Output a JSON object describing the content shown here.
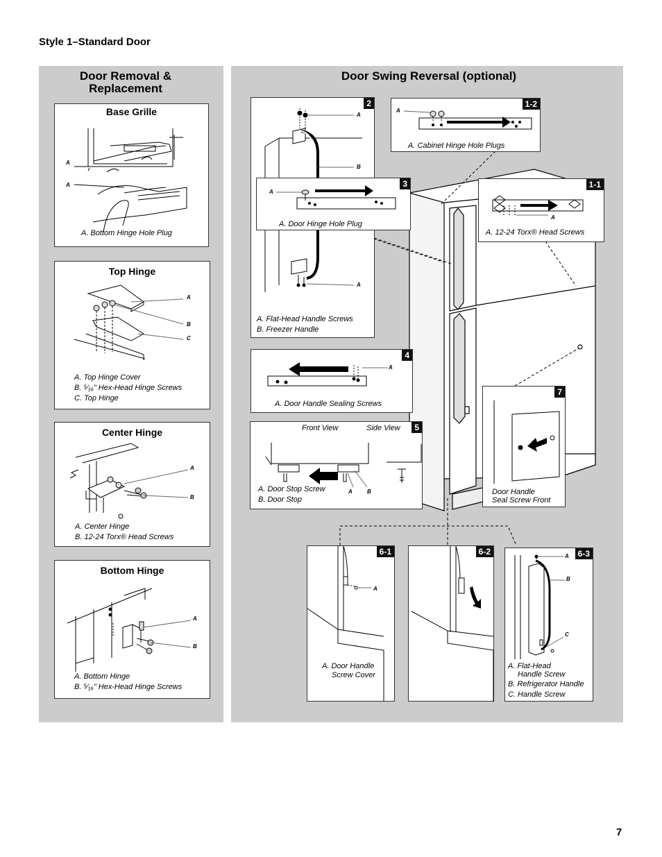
{
  "style_title": "Style 1–Standard Door",
  "left_panel": {
    "title": "Door Removal & Replacement",
    "base_grille": {
      "title": "Base Grille",
      "labels": [
        "A",
        "A"
      ],
      "caption": [
        "A. Bottom Hinge Hole Plug"
      ]
    },
    "top_hinge": {
      "title": "Top Hinge",
      "labels": [
        "A",
        "B",
        "C"
      ],
      "caption": [
        "A. Top Hinge Cover",
        "B. ⁵⁄₁₆\" Hex-Head Hinge Screws",
        "C. Top Hinge"
      ]
    },
    "center_hinge": {
      "title": "Center Hinge",
      "labels": [
        "A",
        "B"
      ],
      "caption": [
        "A. Center Hinge",
        "B. 12-24 Torx® Head Screws"
      ]
    },
    "bottom_hinge": {
      "title": "Bottom Hinge",
      "labels": [
        "A",
        "B"
      ],
      "caption": [
        "A. Bottom Hinge",
        "B. ⁵⁄₁₆\" Hex-Head Hinge Screws"
      ]
    }
  },
  "right_panel": {
    "title": "Door Swing Reversal (optional)",
    "step_2": {
      "num": "2",
      "labels": [
        "A",
        "B",
        "A"
      ],
      "caption": [
        "A. Flat-Head Handle Screws",
        "B. Freezer Handle"
      ]
    },
    "step_1_2": {
      "num": "1-2",
      "labels": [
        "A"
      ],
      "caption": [
        "A. Cabinet Hinge Hole Plugs"
      ]
    },
    "step_3": {
      "num": "3",
      "labels": [
        "A"
      ],
      "caption": [
        "A. Door Hinge Hole Plug"
      ]
    },
    "step_1_1": {
      "num": "1-1",
      "labels": [
        "A"
      ],
      "caption": [
        "A. 12-24 Torx® Head Screws"
      ]
    },
    "step_4": {
      "num": "4",
      "labels": [
        "A"
      ],
      "caption": [
        "A. Door Handle Sealing Screws"
      ]
    },
    "step_5": {
      "num": "5",
      "front_view": "Front View",
      "side_view": "Side View",
      "labels": [
        "A",
        "B"
      ],
      "caption": [
        "A. Door Stop Screw",
        "B. Door Stop"
      ]
    },
    "step_7": {
      "num": "7",
      "caption": [
        "Door Handle",
        "Seal Screw Front"
      ]
    },
    "step_6_1": {
      "num": "6-1",
      "labels": [
        "A"
      ],
      "caption": [
        "A. Door Handle",
        "Screw Cover"
      ]
    },
    "step_6_2": {
      "num": "6-2"
    },
    "step_6_3": {
      "num": "6-3",
      "labels": [
        "A",
        "B",
        "C"
      ],
      "caption": [
        "A. Flat-Head",
        "Handle Screw",
        "B. Refrigerator Handle",
        "C. Handle Screw"
      ]
    }
  },
  "page_number": "7"
}
